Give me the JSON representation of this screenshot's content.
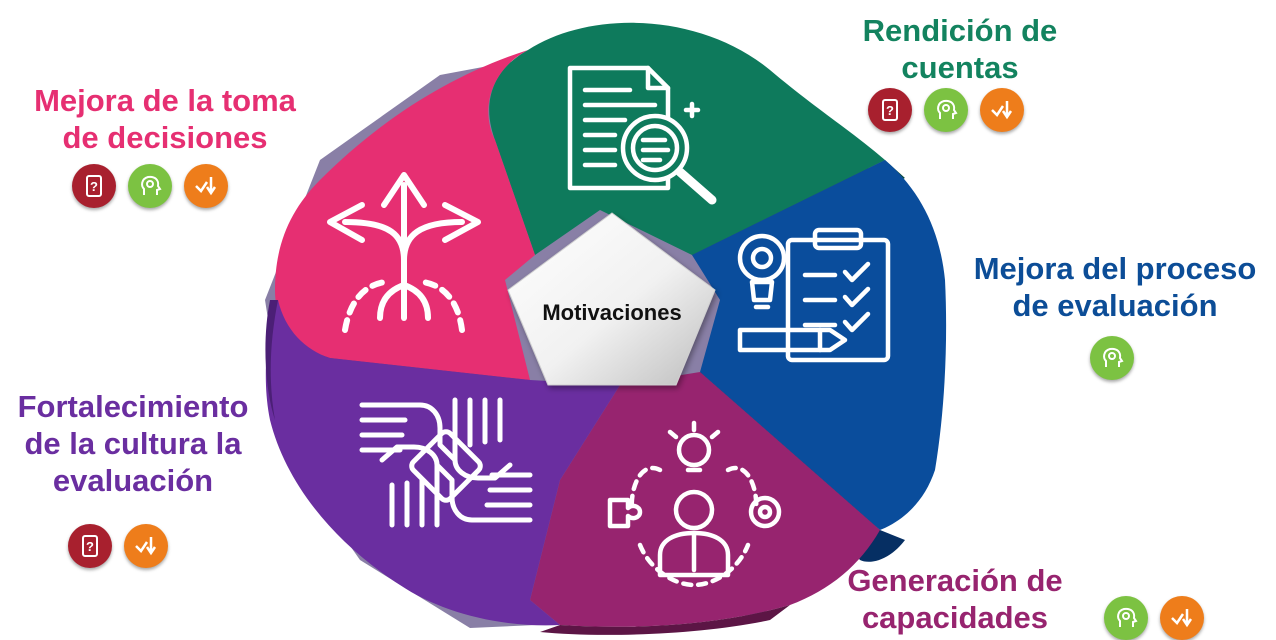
{
  "center_label": "Motivaciones",
  "colors": {
    "pink": "#e62f72",
    "green": "#0e7a5c",
    "blue": "#0a4d9c",
    "magenta": "#97246f",
    "purple": "#6a2ea0",
    "badge_red": "#a8202e",
    "badge_lime": "#7cc242",
    "badge_orange": "#ee7d1b"
  },
  "motivations": [
    {
      "id": "decisiones",
      "lines": [
        "Mejora de la toma",
        "de decisiones"
      ],
      "color": "#e62f72",
      "icon": "arrows-split-icon",
      "badges": [
        "question-document-icon",
        "head-gear-icon",
        "check-down-arrow-icon"
      ]
    },
    {
      "id": "rendicion",
      "lines": [
        "Rendición de",
        "cuentas"
      ],
      "color": "#13835f",
      "icon": "document-search-icon",
      "badges": [
        "question-document-icon",
        "head-gear-icon",
        "check-down-arrow-icon"
      ]
    },
    {
      "id": "proceso",
      "lines": [
        "Mejora del proceso",
        "de evaluación"
      ],
      "color": "#0c4d97",
      "icon": "clipboard-idea-icon",
      "badges": [
        "head-gear-icon"
      ]
    },
    {
      "id": "capacidades",
      "lines": [
        "Generación de",
        "capacidades"
      ],
      "color": "#97246f",
      "icon": "person-ideas-icon",
      "badges": [
        "head-gear-icon",
        "check-down-arrow-icon"
      ]
    },
    {
      "id": "cultura",
      "lines": [
        "Fortalecimiento",
        "de la cultura la",
        "evaluación"
      ],
      "color": "#6a2ea0",
      "icon": "hands-teamwork-icon",
      "badges": [
        "question-document-icon",
        "check-down-arrow-icon"
      ]
    }
  ]
}
